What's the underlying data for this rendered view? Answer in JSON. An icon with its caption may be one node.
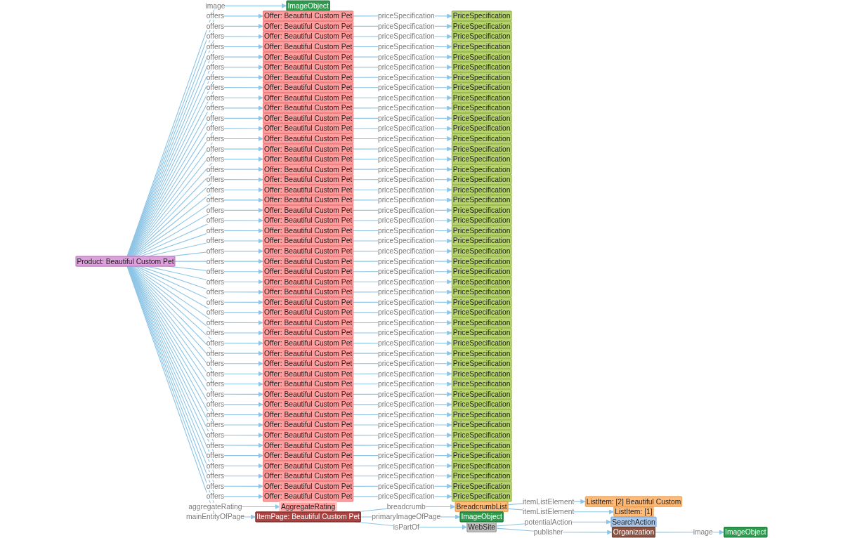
{
  "diagram": {
    "nodes": [
      {
        "text": [
          "Product: Beautiful Custom Pet"
        ]
      },
      {
        "text": [
          "ImageObject"
        ]
      },
      {
        "text": [
          "Offer: Beautiful Custom Pet"
        ]
      },
      {
        "text": [
          "Offer: Beautiful Custom Pet"
        ]
      },
      {
        "text": [
          "Offer: Beautiful Custom Pet"
        ]
      },
      {
        "text": [
          "Offer: Beautiful Custom Pet"
        ]
      },
      {
        "text": [
          "Offer: Beautiful Custom Pet"
        ]
      },
      {
        "text": [
          "Offer: Beautiful Custom Pet"
        ]
      },
      {
        "text": [
          "Offer: Beautiful Custom Pet"
        ]
      },
      {
        "text": [
          "Offer: Beautiful Custom Pet"
        ]
      },
      {
        "text": [
          "Offer: Beautiful Custom Pet"
        ]
      },
      {
        "text": [
          "Offer: Beautiful Custom Pet"
        ]
      },
      {
        "text": [
          "Offer: Beautiful Custom Pet"
        ]
      },
      {
        "text": [
          "Offer: Beautiful Custom Pet"
        ]
      },
      {
        "text": [
          "Offer: Beautiful Custom Pet"
        ]
      },
      {
        "text": [
          "Offer: Beautiful Custom Pet"
        ]
      },
      {
        "text": [
          "Offer: Beautiful Custom Pet"
        ]
      },
      {
        "text": [
          "Offer: Beautiful Custom Pet"
        ]
      },
      {
        "text": [
          "Offer: Beautiful Custom Pet"
        ]
      },
      {
        "text": [
          "Offer: Beautiful Custom Pet"
        ]
      },
      {
        "text": [
          "Offer: Beautiful Custom Pet"
        ]
      },
      {
        "text": [
          "Offer: Beautiful Custom Pet"
        ]
      },
      {
        "text": [
          "Offer: Beautiful Custom Pet"
        ]
      },
      {
        "text": [
          "Offer: Beautiful Custom Pet"
        ]
      },
      {
        "text": [
          "Offer: Beautiful Custom Pet"
        ]
      },
      {
        "text": [
          "Offer: Beautiful Custom Pet"
        ]
      },
      {
        "text": [
          "Offer: Beautiful Custom Pet"
        ]
      },
      {
        "text": [
          "Offer: Beautiful Custom Pet"
        ]
      },
      {
        "text": [
          "Offer: Beautiful Custom Pet"
        ]
      },
      {
        "text": [
          "Offer: Beautiful Custom Pet"
        ]
      },
      {
        "text": [
          "Offer: Beautiful Custom Pet"
        ]
      },
      {
        "text": [
          "Offer: Beautiful Custom Pet"
        ]
      },
      {
        "text": [
          "Offer: Beautiful Custom Pet"
        ]
      },
      {
        "text": [
          "Offer: Beautiful Custom Pet"
        ]
      },
      {
        "text": [
          "Offer: Beautiful Custom Pet"
        ]
      },
      {
        "text": [
          "Offer: Beautiful Custom Pet"
        ]
      },
      {
        "text": [
          "Offer: Beautiful Custom Pet"
        ]
      },
      {
        "text": [
          "Offer: Beautiful Custom Pet"
        ]
      },
      {
        "text": [
          "Offer: Beautiful Custom Pet"
        ]
      },
      {
        "text": [
          "Offer: Beautiful Custom Pet"
        ]
      },
      {
        "text": [
          "Offer: Beautiful Custom Pet"
        ]
      },
      {
        "text": [
          "Offer: Beautiful Custom Pet"
        ]
      },
      {
        "text": [
          "Offer: Beautiful Custom Pet"
        ]
      },
      {
        "text": [
          "Offer: Beautiful Custom Pet"
        ]
      },
      {
        "text": [
          "Offer: Beautiful Custom Pet"
        ]
      },
      {
        "text": [
          "Offer: Beautiful Custom Pet"
        ]
      },
      {
        "text": [
          "Offer: Beautiful Custom Pet"
        ]
      },
      {
        "text": [
          "Offer: Beautiful Custom Pet"
        ]
      },
      {
        "text": [
          "Offer: Beautiful Custom Pet"
        ]
      },
      {
        "text": [
          "Offer: Beautiful Custom Pet"
        ]
      },
      {
        "text": [
          "PriceSpecification"
        ]
      },
      {
        "text": [
          "PriceSpecification"
        ]
      },
      {
        "text": [
          "PriceSpecification"
        ]
      },
      {
        "text": [
          "PriceSpecification"
        ]
      },
      {
        "text": [
          "PriceSpecification"
        ]
      },
      {
        "text": [
          "PriceSpecification"
        ]
      },
      {
        "text": [
          "PriceSpecification"
        ]
      },
      {
        "text": [
          "PriceSpecification"
        ]
      },
      {
        "text": [
          "PriceSpecification"
        ]
      },
      {
        "text": [
          "PriceSpecification"
        ]
      },
      {
        "text": [
          "PriceSpecification"
        ]
      },
      {
        "text": [
          "PriceSpecification"
        ]
      },
      {
        "text": [
          "PriceSpecification"
        ]
      },
      {
        "text": [
          "PriceSpecification"
        ]
      },
      {
        "text": [
          "PriceSpecification"
        ]
      },
      {
        "text": [
          "PriceSpecification"
        ]
      },
      {
        "text": [
          "PriceSpecification"
        ]
      },
      {
        "text": [
          "PriceSpecification"
        ]
      },
      {
        "text": [
          "PriceSpecification"
        ]
      },
      {
        "text": [
          "PriceSpecification"
        ]
      },
      {
        "text": [
          "PriceSpecification"
        ]
      },
      {
        "text": [
          "PriceSpecification"
        ]
      },
      {
        "text": [
          "PriceSpecification"
        ]
      },
      {
        "text": [
          "PriceSpecification"
        ]
      },
      {
        "text": [
          "PriceSpecification"
        ]
      },
      {
        "text": [
          "PriceSpecification"
        ]
      },
      {
        "text": [
          "PriceSpecification"
        ]
      },
      {
        "text": [
          "PriceSpecification"
        ]
      },
      {
        "text": [
          "PriceSpecification"
        ]
      },
      {
        "text": [
          "PriceSpecification"
        ]
      },
      {
        "text": [
          "PriceSpecification"
        ]
      },
      {
        "text": [
          "PriceSpecification"
        ]
      },
      {
        "text": [
          "PriceSpecification"
        ]
      },
      {
        "text": [
          "PriceSpecification"
        ]
      },
      {
        "text": [
          "PriceSpecification"
        ]
      },
      {
        "text": [
          "PriceSpecification"
        ]
      },
      {
        "text": [
          "PriceSpecification"
        ]
      },
      {
        "text": [
          "PriceSpecification"
        ]
      },
      {
        "text": [
          "PriceSpecification"
        ]
      },
      {
        "text": [
          "PriceSpecification"
        ]
      },
      {
        "text": [
          "PriceSpecification"
        ]
      },
      {
        "text": [
          "PriceSpecification"
        ]
      },
      {
        "text": [
          "PriceSpecification"
        ]
      },
      {
        "text": [
          "PriceSpecification"
        ]
      },
      {
        "text": [
          "PriceSpecification"
        ]
      },
      {
        "text": [
          "PriceSpecification"
        ]
      },
      {
        "text": [
          "PriceSpecification"
        ]
      },
      {
        "text": [
          "PriceSpecification"
        ]
      },
      {
        "text": [
          "AggregateRating"
        ]
      },
      {
        "text": [
          "ItemPage: Beautiful Custom Pet"
        ]
      },
      {
        "text": [
          "BreadcrumbList"
        ]
      },
      {
        "text": [
          "ListItem: [2] Beautiful Custom"
        ]
      },
      {
        "text": [
          "ListItem: [1]"
        ]
      },
      {
        "text": [
          "ImageObject"
        ]
      },
      {
        "text": [
          "WebSite"
        ]
      },
      {
        "text": [
          "SearchAction"
        ]
      },
      {
        "text": [
          "Organization"
        ]
      },
      {
        "text": [
          "ImageObject"
        ]
      }
    ],
    "edges": [
      {
        "from": 0,
        "to": 1,
        "label": "image",
        "arrow": "to"
      },
      {
        "from": 0,
        "to": 2,
        "label": "offers",
        "arrow": "to"
      },
      {
        "from": 0,
        "to": 3,
        "label": "offers",
        "arrow": "to"
      },
      {
        "from": 0,
        "to": 4,
        "label": "offers",
        "arrow": "to"
      },
      {
        "from": 0,
        "to": 5,
        "label": "offers",
        "arrow": "to"
      },
      {
        "from": 0,
        "to": 6,
        "label": "offers",
        "arrow": "to"
      },
      {
        "from": 0,
        "to": 7,
        "label": "offers",
        "arrow": "to"
      },
      {
        "from": 0,
        "to": 8,
        "label": "offers",
        "arrow": "to"
      },
      {
        "from": 0,
        "to": 9,
        "label": "offers",
        "arrow": "to"
      },
      {
        "from": 0,
        "to": 10,
        "label": "offers",
        "arrow": "to"
      },
      {
        "from": 0,
        "to": 11,
        "label": "offers",
        "arrow": "to"
      },
      {
        "from": 0,
        "to": 12,
        "label": "offers",
        "arrow": "to"
      },
      {
        "from": 0,
        "to": 13,
        "label": "offers",
        "arrow": "to"
      },
      {
        "from": 0,
        "to": 14,
        "label": "offers",
        "arrow": "to"
      },
      {
        "from": 0,
        "to": 15,
        "label": "offers",
        "arrow": "to"
      },
      {
        "from": 0,
        "to": 16,
        "label": "offers",
        "arrow": "to"
      },
      {
        "from": 0,
        "to": 17,
        "label": "offers",
        "arrow": "to"
      },
      {
        "from": 0,
        "to": 18,
        "label": "offers",
        "arrow": "to"
      },
      {
        "from": 0,
        "to": 19,
        "label": "offers",
        "arrow": "to"
      },
      {
        "from": 0,
        "to": 20,
        "label": "offers",
        "arrow": "to"
      },
      {
        "from": 0,
        "to": 21,
        "label": "offers",
        "arrow": "to"
      },
      {
        "from": 0,
        "to": 22,
        "label": "offers",
        "arrow": "to"
      },
      {
        "from": 0,
        "to": 23,
        "label": "offers",
        "arrow": "to"
      },
      {
        "from": 0,
        "to": 24,
        "label": "offers",
        "arrow": "to"
      },
      {
        "from": 0,
        "to": 25,
        "label": "offers",
        "arrow": "to"
      },
      {
        "from": 0,
        "to": 26,
        "label": "offers",
        "arrow": "to"
      },
      {
        "from": 0,
        "to": 27,
        "label": "offers",
        "arrow": "to"
      },
      {
        "from": 0,
        "to": 28,
        "label": "offers",
        "arrow": "to"
      },
      {
        "from": 0,
        "to": 29,
        "label": "offers",
        "arrow": "to"
      },
      {
        "from": 0,
        "to": 30,
        "label": "offers",
        "arrow": "to"
      },
      {
        "from": 0,
        "to": 31,
        "label": "offers",
        "arrow": "to"
      },
      {
        "from": 0,
        "to": 32,
        "label": "offers",
        "arrow": "to"
      },
      {
        "from": 0,
        "to": 33,
        "label": "offers",
        "arrow": "to"
      },
      {
        "from": 0,
        "to": 34,
        "label": "offers",
        "arrow": "to"
      },
      {
        "from": 0,
        "to": 35,
        "label": "offers",
        "arrow": "to"
      },
      {
        "from": 0,
        "to": 36,
        "label": "offers",
        "arrow": "to"
      },
      {
        "from": 0,
        "to": 37,
        "label": "offers",
        "arrow": "to"
      },
      {
        "from": 0,
        "to": 38,
        "label": "offers",
        "arrow": "to"
      },
      {
        "from": 0,
        "to": 39,
        "label": "offers",
        "arrow": "to"
      },
      {
        "from": 0,
        "to": 40,
        "label": "offers",
        "arrow": "to"
      },
      {
        "from": 0,
        "to": 41,
        "label": "offers",
        "arrow": "to"
      },
      {
        "from": 0,
        "to": 42,
        "label": "offers",
        "arrow": "to"
      },
      {
        "from": 0,
        "to": 43,
        "label": "offers",
        "arrow": "to"
      },
      {
        "from": 0,
        "to": 44,
        "label": "offers",
        "arrow": "to"
      },
      {
        "from": 0,
        "to": 45,
        "label": "offers",
        "arrow": "to"
      },
      {
        "from": 0,
        "to": 46,
        "label": "offers",
        "arrow": "to"
      },
      {
        "from": 0,
        "to": 47,
        "label": "offers",
        "arrow": "to"
      },
      {
        "from": 0,
        "to": 48,
        "label": "offers",
        "arrow": "to"
      },
      {
        "from": 0,
        "to": 49,
        "label": "offers",
        "arrow": "to"
      },
      {
        "from": 2,
        "to": 50,
        "label": "priceSpecification",
        "arrow": "to"
      },
      {
        "from": 3,
        "to": 51,
        "label": "priceSpecification",
        "arrow": "to"
      },
      {
        "from": 4,
        "to": 52,
        "label": "priceSpecification",
        "arrow": "to"
      },
      {
        "from": 5,
        "to": 53,
        "label": "priceSpecification",
        "arrow": "to"
      },
      {
        "from": 6,
        "to": 54,
        "label": "priceSpecification",
        "arrow": "to"
      },
      {
        "from": 7,
        "to": 55,
        "label": "priceSpecification",
        "arrow": "to"
      },
      {
        "from": 8,
        "to": 56,
        "label": "priceSpecification",
        "arrow": "to"
      },
      {
        "from": 9,
        "to": 57,
        "label": "priceSpecification",
        "arrow": "to"
      },
      {
        "from": 10,
        "to": 58,
        "label": "priceSpecification",
        "arrow": "to"
      },
      {
        "from": 11,
        "to": 59,
        "label": "priceSpecification",
        "arrow": "to"
      },
      {
        "from": 12,
        "to": 60,
        "label": "priceSpecification",
        "arrow": "to"
      },
      {
        "from": 13,
        "to": 61,
        "label": "priceSpecification",
        "arrow": "to"
      },
      {
        "from": 14,
        "to": 62,
        "label": "priceSpecification",
        "arrow": "to"
      },
      {
        "from": 15,
        "to": 63,
        "label": "priceSpecification",
        "arrow": "to"
      },
      {
        "from": 16,
        "to": 64,
        "label": "priceSpecification",
        "arrow": "to"
      },
      {
        "from": 17,
        "to": 65,
        "label": "priceSpecification",
        "arrow": "to"
      },
      {
        "from": 18,
        "to": 66,
        "label": "priceSpecification",
        "arrow": "to"
      },
      {
        "from": 19,
        "to": 67,
        "label": "priceSpecification",
        "arrow": "to"
      },
      {
        "from": 20,
        "to": 68,
        "label": "priceSpecification",
        "arrow": "to"
      },
      {
        "from": 21,
        "to": 69,
        "label": "priceSpecification",
        "arrow": "to"
      },
      {
        "from": 22,
        "to": 70,
        "label": "priceSpecification",
        "arrow": "to"
      },
      {
        "from": 23,
        "to": 71,
        "label": "priceSpecification",
        "arrow": "to"
      },
      {
        "from": 24,
        "to": 72,
        "label": "priceSpecification",
        "arrow": "to"
      },
      {
        "from": 25,
        "to": 73,
        "label": "priceSpecification",
        "arrow": "to"
      },
      {
        "from": 26,
        "to": 74,
        "label": "priceSpecification",
        "arrow": "to"
      },
      {
        "from": 27,
        "to": 75,
        "label": "priceSpecification",
        "arrow": "to"
      },
      {
        "from": 28,
        "to": 76,
        "label": "priceSpecification",
        "arrow": "to"
      },
      {
        "from": 29,
        "to": 77,
        "label": "priceSpecification",
        "arrow": "to"
      },
      {
        "from": 30,
        "to": 78,
        "label": "priceSpecification",
        "arrow": "to"
      },
      {
        "from": 31,
        "to": 79,
        "label": "priceSpecification",
        "arrow": "to"
      },
      {
        "from": 32,
        "to": 80,
        "label": "priceSpecification",
        "arrow": "to"
      },
      {
        "from": 33,
        "to": 81,
        "label": "priceSpecification",
        "arrow": "to"
      },
      {
        "from": 34,
        "to": 82,
        "label": "priceSpecification",
        "arrow": "to"
      },
      {
        "from": 35,
        "to": 83,
        "label": "priceSpecification",
        "arrow": "to"
      },
      {
        "from": 36,
        "to": 84,
        "label": "priceSpecification",
        "arrow": "to"
      },
      {
        "from": 37,
        "to": 85,
        "label": "priceSpecification",
        "arrow": "to"
      },
      {
        "from": 38,
        "to": 86,
        "label": "priceSpecification",
        "arrow": "to"
      },
      {
        "from": 39,
        "to": 87,
        "label": "priceSpecification",
        "arrow": "to"
      },
      {
        "from": 40,
        "to": 88,
        "label": "priceSpecification",
        "arrow": "to"
      },
      {
        "from": 41,
        "to": 89,
        "label": "priceSpecification",
        "arrow": "to"
      },
      {
        "from": 42,
        "to": 90,
        "label": "priceSpecification",
        "arrow": "to"
      },
      {
        "from": 43,
        "to": 91,
        "label": "priceSpecification",
        "arrow": "to"
      },
      {
        "from": 44,
        "to": 92,
        "label": "priceSpecification",
        "arrow": "to"
      },
      {
        "from": 45,
        "to": 93,
        "label": "priceSpecification",
        "arrow": "to"
      },
      {
        "from": 46,
        "to": 94,
        "label": "priceSpecification",
        "arrow": "to"
      },
      {
        "from": 47,
        "to": 95,
        "label": "priceSpecification",
        "arrow": "to"
      },
      {
        "from": 48,
        "to": 96,
        "label": "priceSpecification",
        "arrow": "to"
      },
      {
        "from": 49,
        "to": 97,
        "label": "priceSpecification",
        "arrow": "to"
      },
      {
        "from": 0,
        "to": 98,
        "label": "aggregateRating",
        "arrow": "to"
      },
      {
        "from": 0,
        "to": 99,
        "label": "mainEntityOfPage",
        "arrow": "to"
      },
      {
        "from": 99,
        "to": 100,
        "label": "breadcrumb",
        "arrow": "to"
      },
      {
        "from": 100,
        "to": 101,
        "label": "itemListElement",
        "arrow": "to"
      },
      {
        "from": 100,
        "to": 102,
        "label": "itemListElement",
        "arrow": "to"
      },
      {
        "from": 99,
        "to": 103,
        "label": "primaryImageOfPage",
        "arrow": "to"
      },
      {
        "from": 99,
        "to": 104,
        "label": "isPartOf",
        "arrow": "to"
      },
      {
        "from": 104,
        "to": 105,
        "label": "potentialAction",
        "arrow": "to"
      },
      {
        "from": 104,
        "to": 106,
        "label": "publisher",
        "arrow": "to"
      },
      {
        "from": 106,
        "to": 107,
        "label": "image",
        "arrow": "to"
      }
    ]
  }
}
